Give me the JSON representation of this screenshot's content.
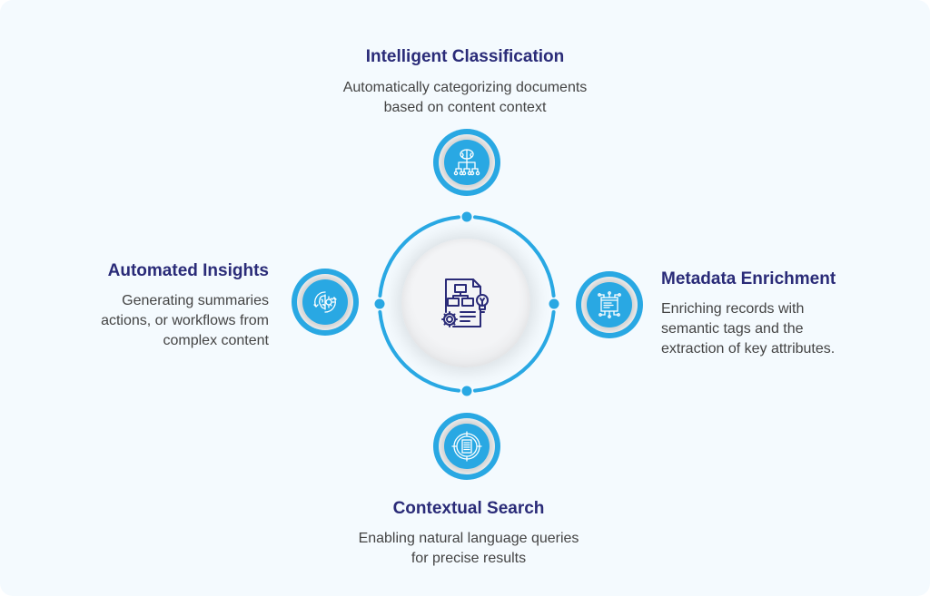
{
  "colors": {
    "background": "#f4fafe",
    "accent_blue": "#29a8e3",
    "title_navy": "#2a2b78",
    "body_text": "#444444"
  },
  "center": {
    "icon": "document-workflow-gear-lightbulb-icon"
  },
  "nodes": {
    "top": {
      "title": "Intelligent Classification",
      "description_lines": [
        "Automatically categorizing documents",
        "based on content context"
      ],
      "icon": "brain-hierarchy-icon"
    },
    "left": {
      "title": "Automated Insights",
      "description_lines": [
        "Generating summaries",
        "actions, or workflows from",
        "complex content"
      ],
      "icon": "brain-gear-cycle-icon"
    },
    "right": {
      "title": "Metadata Enrichment",
      "description_lines": [
        "Enriching records with",
        "semantic tags and the",
        "extraction of key attributes."
      ],
      "icon": "circuit-document-icon"
    },
    "bottom": {
      "title": "Contextual Search",
      "description_lines": [
        "Enabling natural language queries",
        "for precise results"
      ],
      "icon": "target-document-icon"
    }
  }
}
